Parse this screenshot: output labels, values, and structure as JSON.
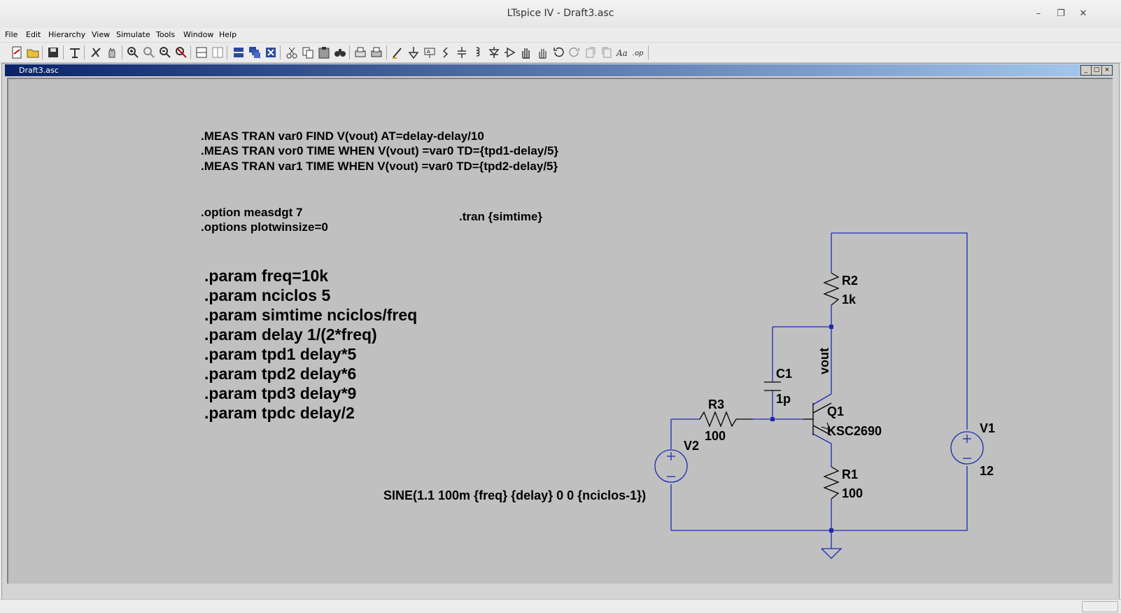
{
  "window": {
    "title": "LTspice IV - Draft3.asc"
  },
  "menu": [
    "File",
    "Edit",
    "Hierarchy",
    "View",
    "Simulate",
    "Tools",
    "Window",
    "Help"
  ],
  "document": {
    "tab_title": "Draft3.asc"
  },
  "directives": {
    "meas": [
      ".MEAS TRAN var0 FIND V(vout) AT=delay-delay/10",
      ".MEAS TRAN vor0 TIME WHEN V(vout) =var0 TD={tpd1-delay/5}",
      ".MEAS TRAN var1 TIME WHEN V(vout) =var0 TD={tpd2-delay/5}"
    ],
    "options": [
      ".option measdgt 7",
      ".options plotwinsize=0"
    ],
    "tran": ".tran {simtime}",
    "params": [
      ".param freq=10k",
      ".param nciclos 5",
      ".param simtime nciclos/freq",
      ".param delay 1/(2*freq)",
      ".param tpd1 delay*5",
      ".param tpd2 delay*6",
      ".param tpd3 delay*9",
      ".param tpdc delay/2"
    ]
  },
  "components": {
    "r2": {
      "name": "R2",
      "value": "1k"
    },
    "c1": {
      "name": "C1",
      "value": "1p"
    },
    "r3": {
      "name": "R3",
      "value": "100"
    },
    "q1": {
      "name": "Q1",
      "value": "KSC2690"
    },
    "r1": {
      "name": "R1",
      "value": "100"
    },
    "v1": {
      "name": "V1",
      "value": "12"
    },
    "v2": {
      "name": "V2",
      "value": "SINE(1.1 100m {freq} {delay} 0 0 {nciclos-1})"
    }
  },
  "net_labels": {
    "vout": "vout"
  },
  "colors": {
    "wire": "#1c28b4",
    "schematic_bg": "#c0c0c0",
    "text": "#000000"
  }
}
